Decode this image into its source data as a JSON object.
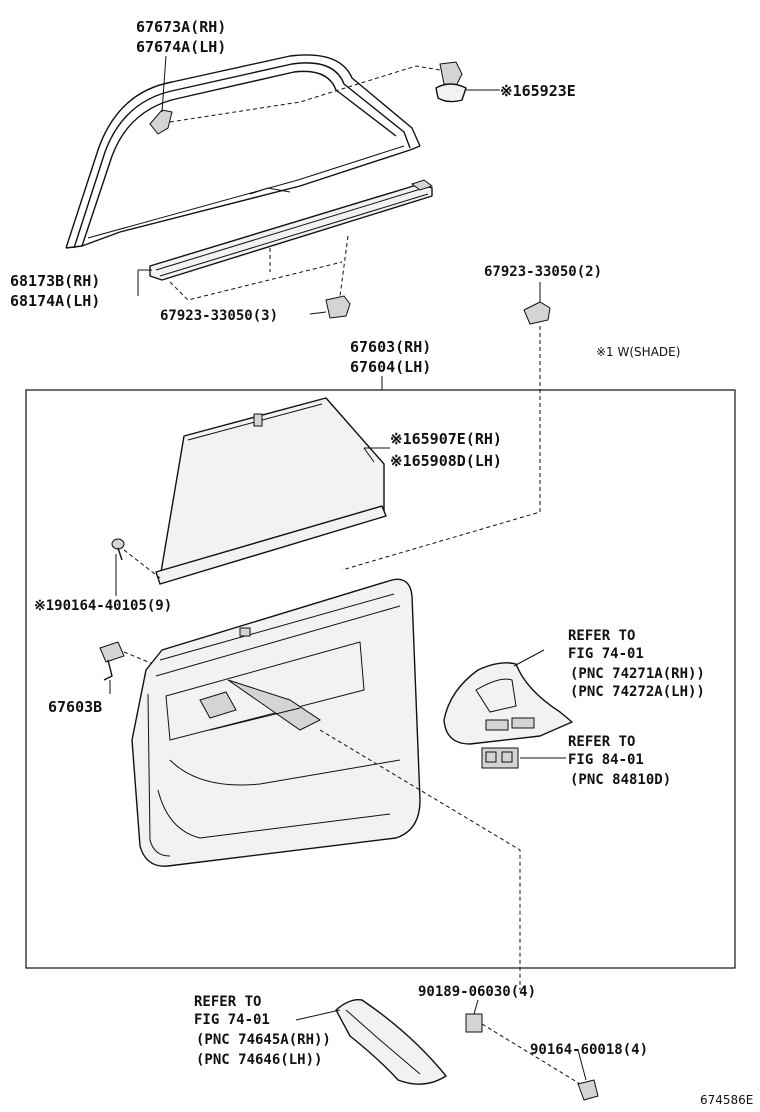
{
  "labels": {
    "p67673A": "67673A(RH)",
    "p67674A": "67674A(LH)",
    "p165923E": "※165923E",
    "p68173B": "68173B(RH)",
    "p68174A": "68174A(LH)",
    "p67923_3": "67923-33050(3)",
    "p67923_2": "67923-33050(2)",
    "p67603": "67603(RH)",
    "p67604": "67604(LH)",
    "shade_note": "※1 W(SHADE)",
    "p165907E": "※165907E(RH)",
    "p165908D": "※165908D(LH)",
    "p190164": "※190164-40105(9)",
    "p67603B": "67603B",
    "refer1_a": "REFER TO",
    "refer1_b": "FIG 74-01",
    "refer1_c": "(PNC 74271A(RH))",
    "refer1_d": "(PNC 74272A(LH))",
    "refer2_a": "REFER TO",
    "refer2_b": "FIG 84-01",
    "refer2_c": "(PNC 84810D)",
    "p90189": "90189-06030(4)",
    "refer3_a": "REFER TO",
    "refer3_b": "FIG 74-01",
    "refer3_c": "(PNC 74645A(RH))",
    "refer3_d": "(PNC 74646(LH))",
    "p90164": "90164-60018(4)",
    "figure_id": "674586E"
  }
}
